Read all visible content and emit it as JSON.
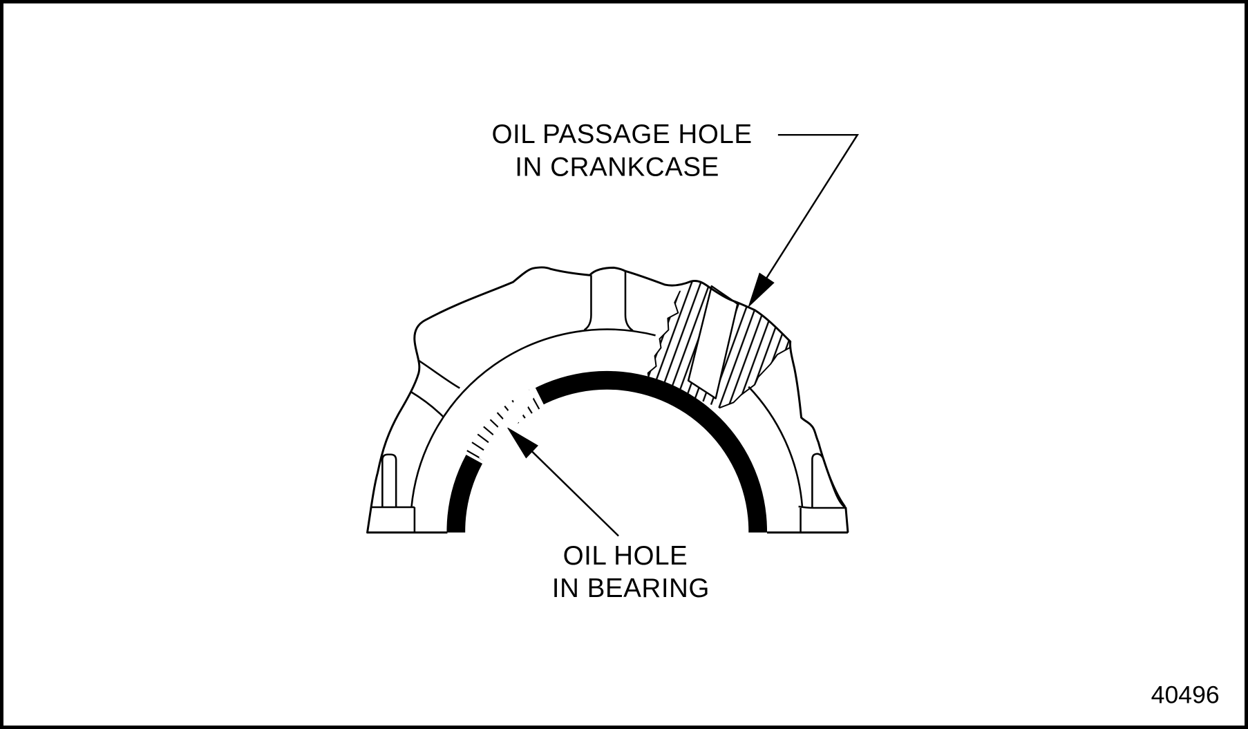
{
  "page": {
    "paper_color": "#ffffff",
    "ink_color": "#000000"
  },
  "callouts": {
    "crankcase": {
      "line1": "OIL PASSAGE HOLE",
      "line2": "IN CRANKCASE"
    },
    "bearing": {
      "line1": "OIL HOLE",
      "line2": "IN BEARING"
    }
  },
  "figure_number": "40496"
}
